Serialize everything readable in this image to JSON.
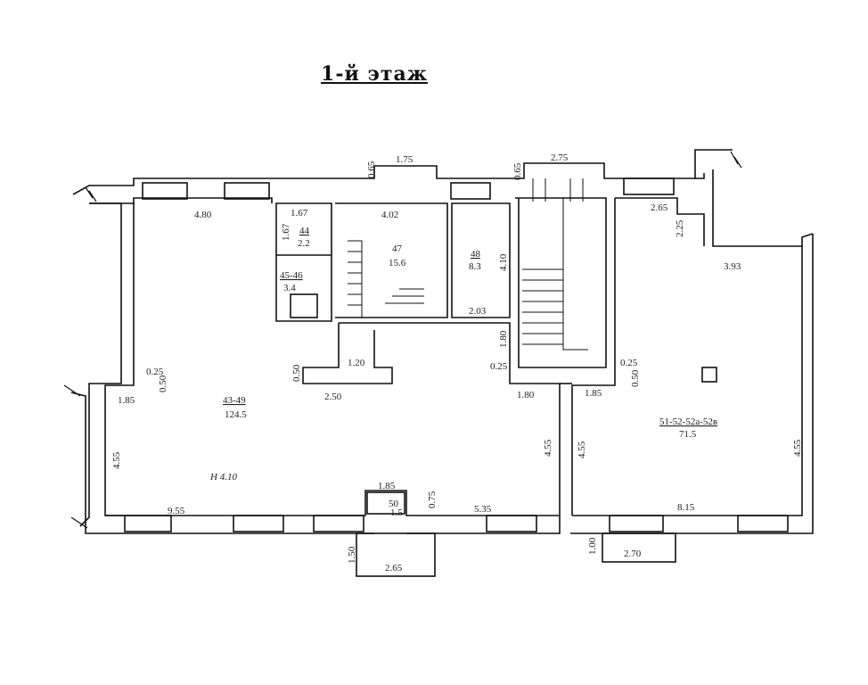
{
  "title": "1-й  этаж",
  "rooms": [
    {
      "number": "43-49",
      "area": "124.5"
    },
    {
      "number": "44",
      "area": "2.2"
    },
    {
      "number": "45-46",
      "area": "3.4"
    },
    {
      "number": "47",
      "area": "15.6"
    },
    {
      "number": "48",
      "area": "8.3"
    },
    {
      "number": "51-52-52а-52в",
      "area": "71.5"
    }
  ],
  "height_label": "Н  4.10",
  "dimensions": {
    "d_1_75": "1.75",
    "d_0_65a": "0.65",
    "d_2_75": "2.75",
    "d_0_65b": "0.65",
    "d_4_80": "4.80",
    "d_1_67a": "1.67",
    "d_1_67b": "1.67",
    "d_4_02": "4.02",
    "d_4_10a": "4.10",
    "d_2_65a": "2.65",
    "d_2_25": "2.25",
    "d_3_93": "3.93",
    "d_2_03": "2.03",
    "d_1_80a": "1.80",
    "d_1_20": "1.20",
    "d_0_50a": "0.50",
    "d_2_50": "2.50",
    "d_0_25a": "0.25",
    "d_0_50b": "0.50",
    "d_1_85a": "1.85",
    "d_0_25b": "0.25",
    "d_1_80b": "1.80",
    "d_0_25c": "0.25",
    "d_0_50c": "0.50",
    "d_1_85b": "1.85",
    "d_4_55a": "4.55",
    "d_4_55b": "4.55",
    "d_4_55c": "4.55",
    "d_4_55d": "4.55",
    "d_1_85c": "1.85",
    "d_50": "50",
    "d_0_75": "0.75",
    "d_1_5": "1.5",
    "d_9_55": "9.55",
    "d_5_35": "5.35",
    "d_8_15": "8.15",
    "d_1_50": "1.50",
    "d_2_65b": "2.65",
    "d_1_00": "1.00",
    "d_2_70": "2.70"
  }
}
